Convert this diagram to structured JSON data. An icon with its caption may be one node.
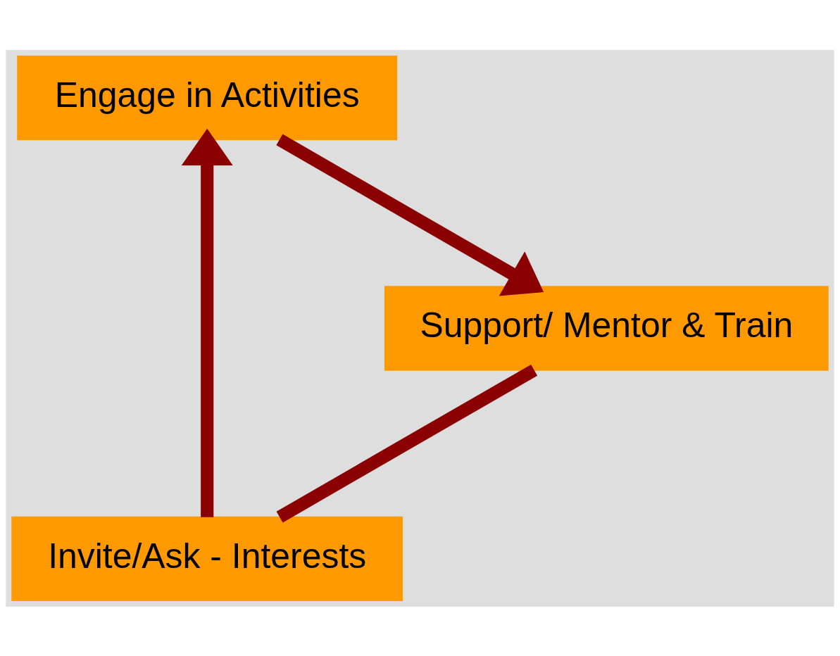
{
  "diagram": {
    "nodes": [
      {
        "text": [
          "Invite/Ask - Interests"
        ]
      },
      {
        "text": [
          "Engage in Activities"
        ]
      },
      {
        "text": [
          "Support/ Mentor & Train"
        ]
      }
    ],
    "edges": [
      {
        "from": 0,
        "to": 1,
        "arrow": "to"
      },
      {
        "from": 1,
        "to": 2,
        "arrow": "to"
      },
      {
        "from": 2,
        "to": 0,
        "arrow": "none"
      }
    ]
  }
}
